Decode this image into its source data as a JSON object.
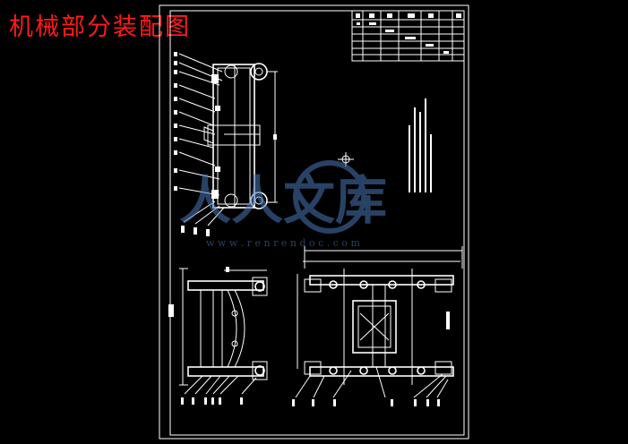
{
  "title": "机械部分装配图",
  "watermark": {
    "brand": "人人文库",
    "url": "w w w . r e n r e n d o c . c o m",
    "color": "#4a78b8"
  },
  "drawing": {
    "line_color": "#ffffff",
    "background": "#000000",
    "title_color": "#ff1a1a"
  }
}
